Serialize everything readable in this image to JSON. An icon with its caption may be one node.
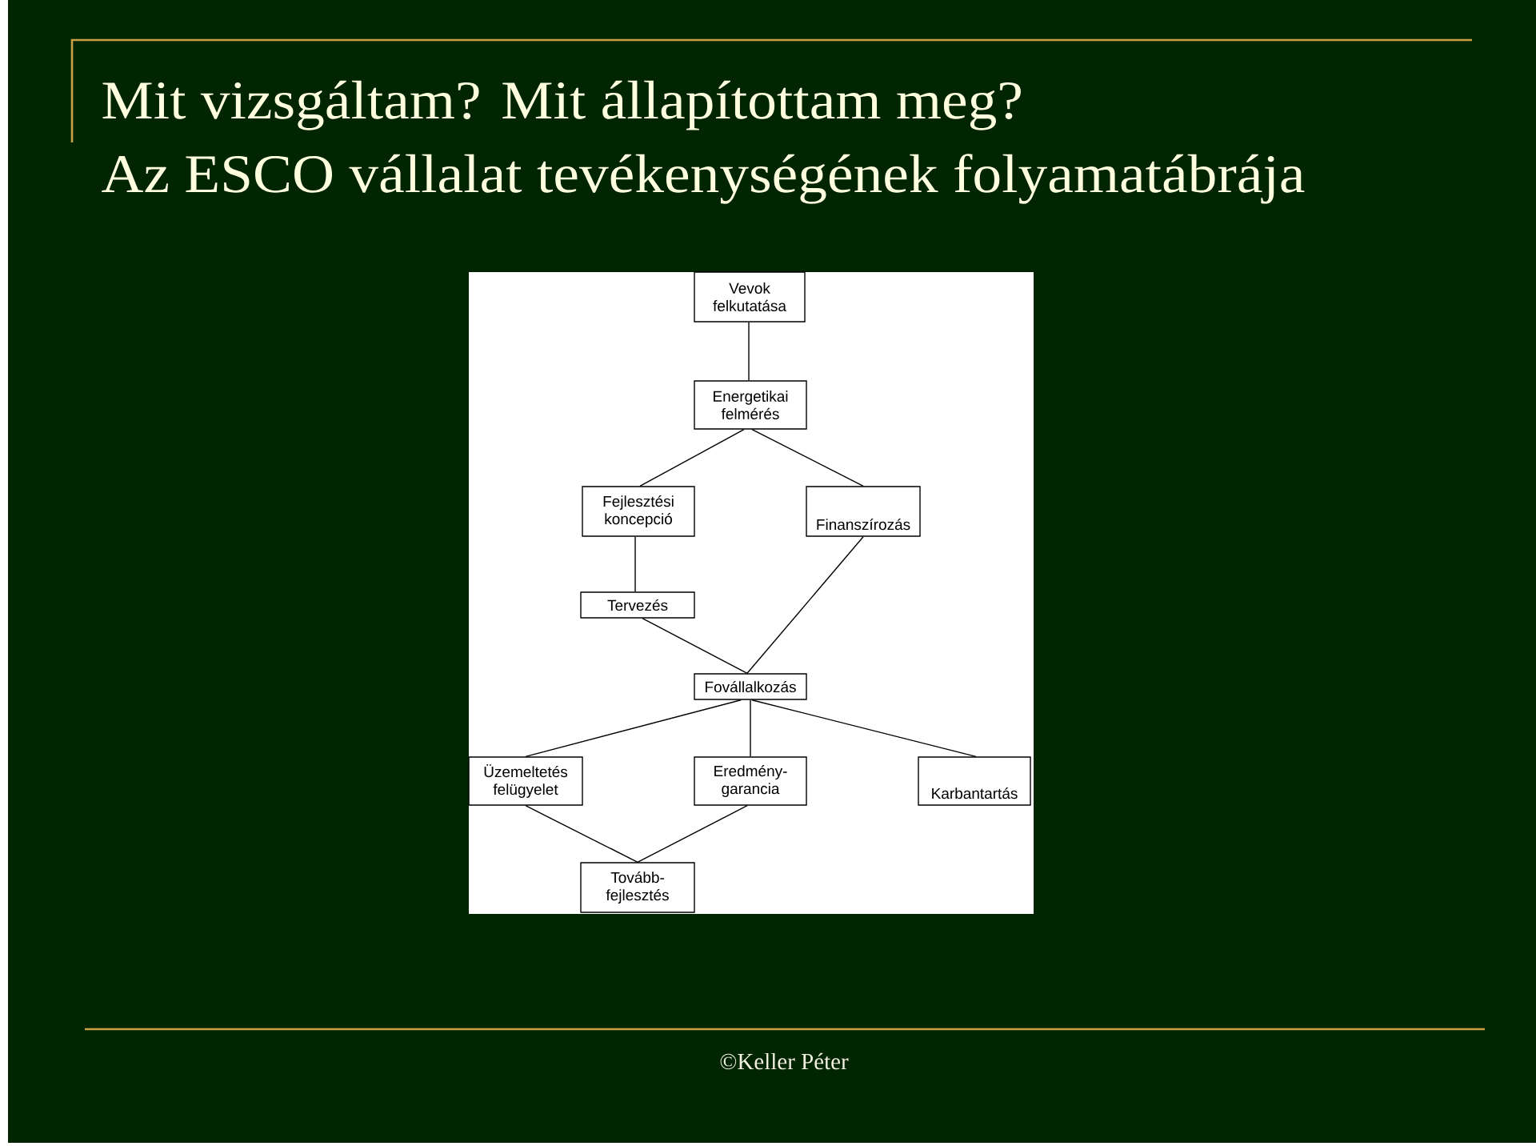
{
  "diagram": {
    "title": "Mit vizsgáltam? Mit állapítottam meg?",
    "nodes": [
      {
        "text": [
          "Vevok felkutatása"
        ]
      },
      {
        "text": [
          "Energetikai felmérés"
        ]
      },
      {
        "text": [
          "Fejlesztési koncepció"
        ]
      },
      {
        "text": [
          "Finanszírozás"
        ]
      },
      {
        "text": [
          "Tervezés"
        ]
      },
      {
        "text": [
          "Fovállalkozás"
        ]
      },
      {
        "text": [
          "Üzemeltetés felügyelet"
        ]
      },
      {
        "text": [
          "Eredmény- garancia"
        ]
      },
      {
        "text": [
          "Karbantartás"
        ]
      },
      {
        "text": [
          "Tovább- fejlesztés"
        ]
      }
    ],
    "edges": [
      {
        "from": 0,
        "to": 1,
        "arrow": "none"
      },
      {
        "from": 1,
        "to": 2,
        "arrow": "none"
      },
      {
        "from": 1,
        "to": 3,
        "arrow": "none"
      },
      {
        "from": 2,
        "to": 4,
        "arrow": "none"
      },
      {
        "from": 4,
        "to": 5,
        "arrow": "none"
      },
      {
        "from": 3,
        "to": 5,
        "arrow": "none"
      },
      {
        "from": 5,
        "to": 6,
        "arrow": "none"
      },
      {
        "from": 5,
        "to": 7,
        "arrow": "none"
      },
      {
        "from": 5,
        "to": 8,
        "arrow": "none"
      },
      {
        "from": 6,
        "to": 9,
        "arrow": "none"
      },
      {
        "from": 7,
        "to": 9,
        "arrow": "none"
      }
    ],
    "labels": [
      "Az ESCO vállalat tevékenységének folyamatábrája",
      "©Keller Péter"
    ]
  }
}
